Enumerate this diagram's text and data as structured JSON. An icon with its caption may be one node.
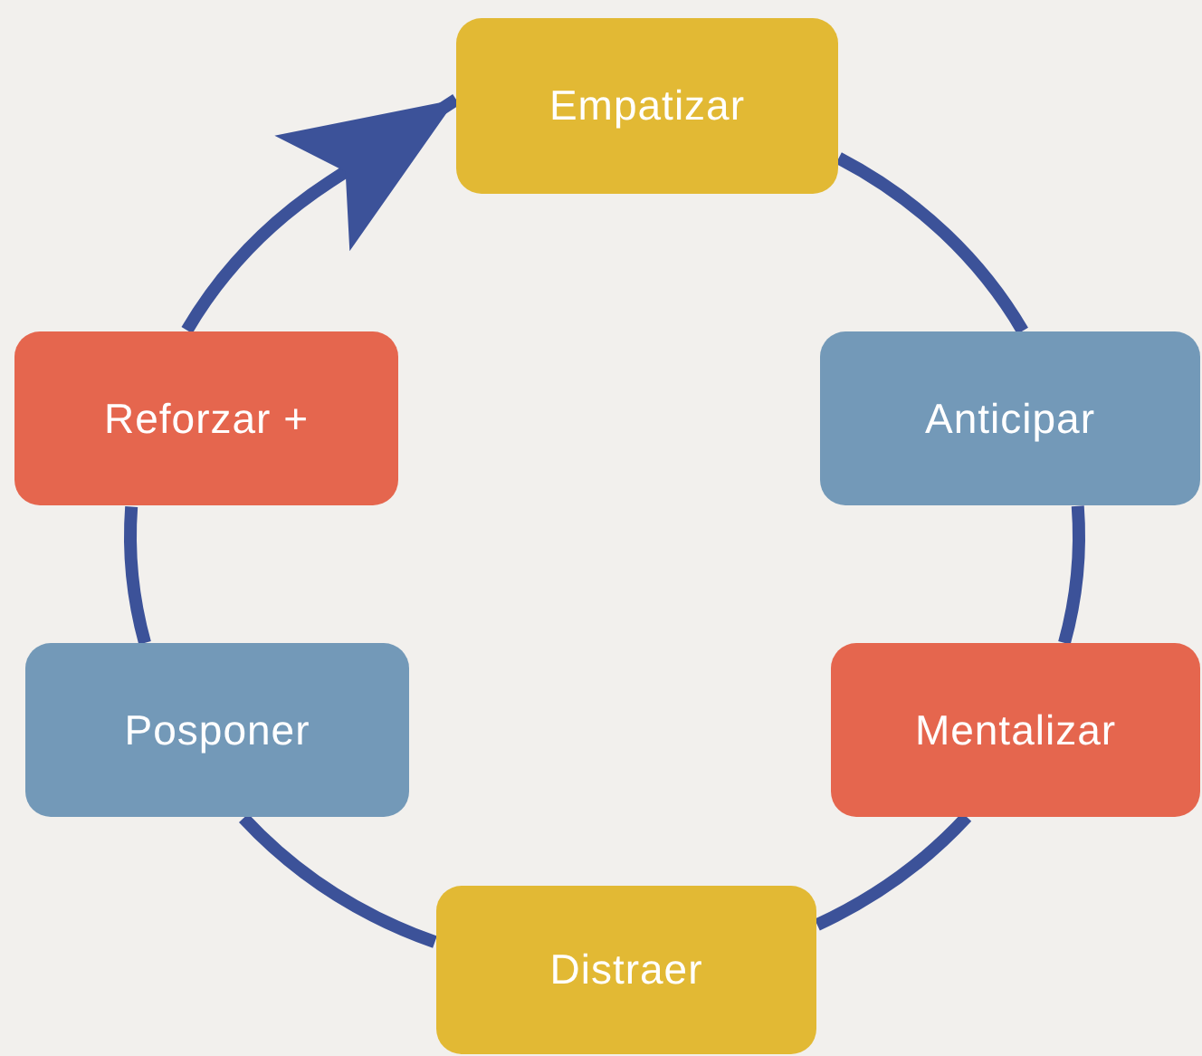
{
  "diagram": {
    "nodes": [
      {
        "text": [
          "Empatizar"
        ]
      },
      {
        "text": [
          "Anticipar"
        ]
      },
      {
        "text": [
          "Mentalizar"
        ]
      },
      {
        "text": [
          "Distraer"
        ]
      },
      {
        "text": [
          "Posponer"
        ]
      },
      {
        "text": [
          "Reforzar +"
        ]
      }
    ],
    "edges": [
      {
        "from": 0,
        "to": 1,
        "arrow": "none"
      },
      {
        "from": 1,
        "to": 2,
        "arrow": "none"
      },
      {
        "from": 2,
        "to": 3,
        "arrow": "none"
      },
      {
        "from": 3,
        "to": 4,
        "arrow": "none"
      },
      {
        "from": 4,
        "to": 5,
        "arrow": "none"
      },
      {
        "from": 5,
        "to": 0,
        "arrow": "to"
      }
    ]
  }
}
